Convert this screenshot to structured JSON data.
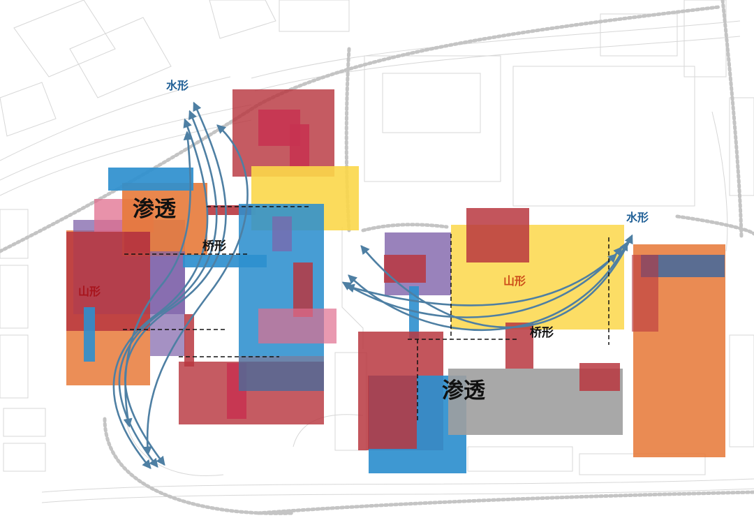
{
  "labels": {
    "water_left": "水形",
    "water_right": "水形",
    "mountain_left": "山形",
    "mountain_right": "山形",
    "bridge_left": "桥形",
    "bridge_right": "桥形",
    "permeate_left": "渗透",
    "permeate_right": "渗透"
  },
  "colors": {
    "red": "#b8373f",
    "crimson": "#c73351",
    "blue": "#2e8fce",
    "yellow": "#fbd74a",
    "orange": "#e77a3a",
    "purple": "#7f63aa",
    "pink": "#e06d8e",
    "gray": "#9e9e9e",
    "slate": "#4d6a98",
    "arrow": "#4e7fa3",
    "water_label": "#1f5f96",
    "mountain_left_label": "#a8141c",
    "mountain_right_label": "#cc4d1a"
  },
  "icons": [
    "arrow-icon"
  ]
}
